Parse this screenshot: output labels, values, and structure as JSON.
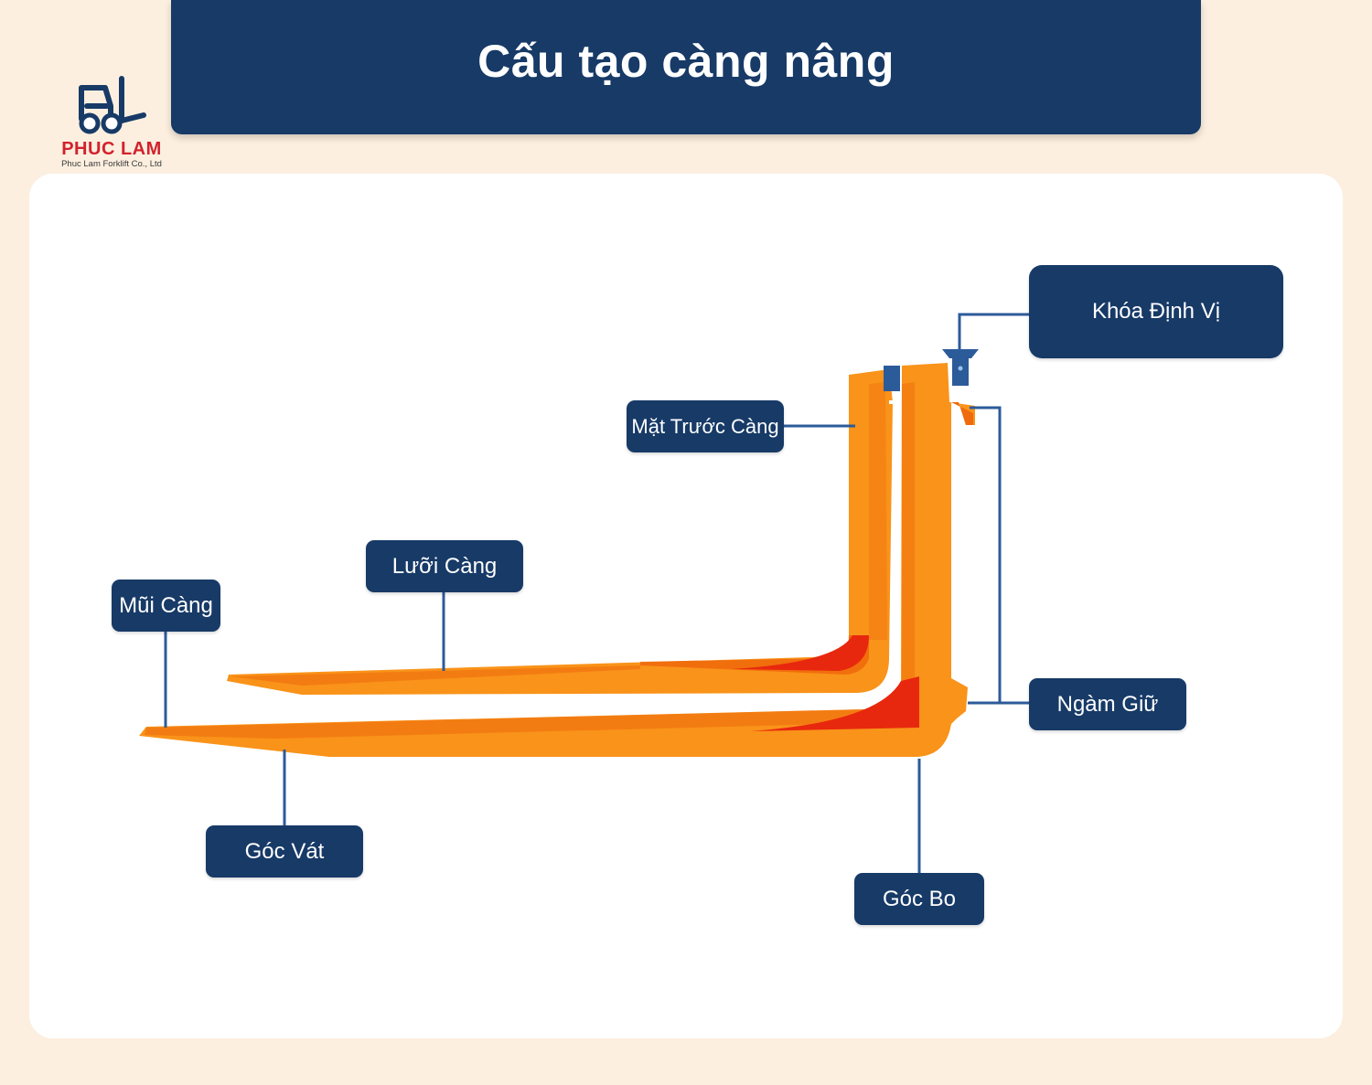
{
  "header": {
    "title": "Cấu tạo càng nâng"
  },
  "logo": {
    "brand": "PHUC LAM",
    "company": "Phuc Lam Forklift Co., Ltd"
  },
  "colors": {
    "background": "#fcefdf",
    "header": "#173a67",
    "label_bg": "#173a67",
    "fork_orange": "#f99319",
    "fork_dark": "#ef6a0c",
    "fork_red": "#e8280e",
    "leader_line": "#2c5b9a"
  },
  "diagram": {
    "labels": {
      "khoa_dinh_vi": "Khóa Định Vị",
      "mat_truoc_cang": "Mặt Trước Càng",
      "luoi_cang": "Lưỡi Càng",
      "mui_cang": "Mũi Càng",
      "ngam_giu": "Ngàm Giữ",
      "goc_vat": "Góc Vát",
      "goc_bo": "Góc Bo"
    }
  }
}
